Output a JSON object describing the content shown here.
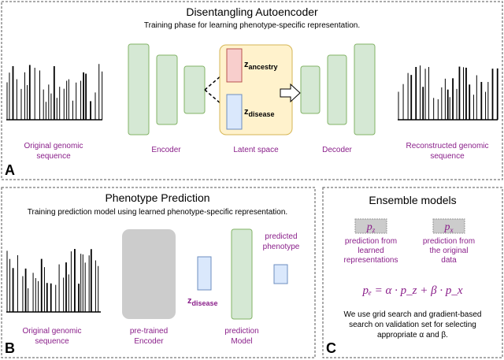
{
  "panel_a": {
    "letter": "A",
    "title": "Disentangling Autoencoder",
    "subtitle": "Training phase for learning phenotype-specific representation.",
    "labels": {
      "original_line1": "Original genomic",
      "original_line2": "sequence",
      "encoder": "Encoder",
      "latent": "Latent space",
      "decoder": "Decoder",
      "reconstructed_line1": "Reconstructed genomic",
      "reconstructed_line2": "sequence"
    },
    "z_ancestry": {
      "z": "z",
      "sub": "ancestry"
    },
    "z_disease": {
      "z": "z",
      "sub": "disease"
    }
  },
  "panel_b": {
    "letter": "B",
    "title": "Phenotype Prediction",
    "subtitle": "Training prediction model using learned phenotype-specific representation.",
    "labels": {
      "original_line1": "Original genomic",
      "original_line2": "sequence",
      "pretrained_line1": "pre-trained",
      "pretrained_line2": "Encoder",
      "z": "z",
      "z_sub": "disease",
      "prediction_line1": "prediction",
      "prediction_line2": "Model",
      "predicted_line1": "predicted",
      "predicted_line2": "phenotype"
    }
  },
  "panel_c": {
    "letter": "C",
    "title": "Ensemble models",
    "pz": {
      "p": "p",
      "sub": "z",
      "line1": "prediction from",
      "line2": "learned",
      "line3": "representations"
    },
    "px": {
      "p": "p",
      "sub": "x",
      "line1": "prediction from",
      "line2": "the original",
      "line3": "data"
    },
    "formula": "pₑ = α · p_z + β · p_x",
    "note_line1": "We use grid search and gradient-based",
    "note_line2": "search on validation set for selecting",
    "note_line3": "appropriate α and β."
  },
  "colors": {
    "green_fill": "#d5e8d4",
    "green_stroke": "#82b366",
    "latent_fill": "#fff2cc",
    "latent_stroke": "#d6b656",
    "red_fill": "#f8cecc",
    "red_stroke": "#b85450",
    "blue_fill": "#dae8fc",
    "blue_stroke": "#6c8ebf",
    "gray_fill": "#cccccc",
    "purple_text": "#8a1f8a"
  }
}
